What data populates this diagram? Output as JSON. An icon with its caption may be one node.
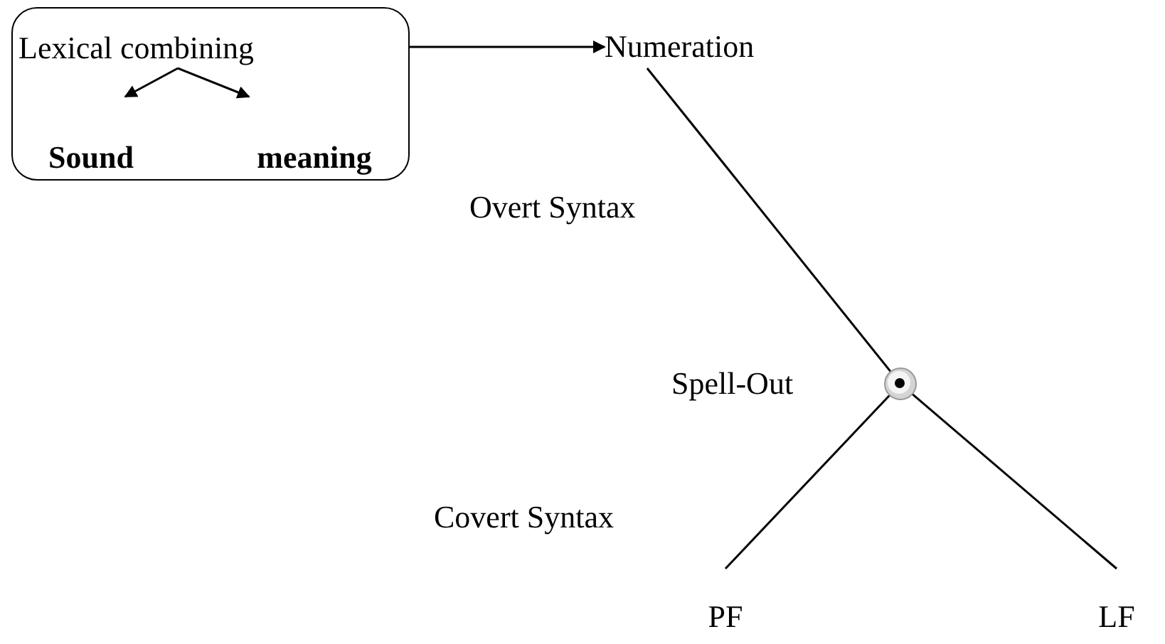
{
  "diagram": {
    "nodes": [
      {
        "text": [],
        "shape": "box"
      },
      {
        "text": [
          "Lexical combining"
        ],
        "in": 0
      },
      {
        "text": [
          "Sound"
        ],
        "in": 0
      },
      {
        "text": [
          "meaning"
        ],
        "in": 0
      },
      {
        "text": [
          "Numeration"
        ]
      },
      {
        "text": [],
        "shape": "circle",
        "beside": [
          "Spell-Out"
        ]
      },
      {
        "text": [
          "PF"
        ]
      },
      {
        "text": [
          "LF"
        ]
      }
    ],
    "edges": [
      {
        "from": 1,
        "to": 2,
        "arrow": "to"
      },
      {
        "from": 1,
        "to": 3,
        "arrow": "to"
      },
      {
        "from": 0,
        "to": 4,
        "arrow": "to"
      },
      {
        "from": 4,
        "to": 5,
        "arrow": "none"
      },
      {
        "from": 5,
        "to": 6,
        "arrow": "none"
      },
      {
        "from": 5,
        "to": 7,
        "arrow": "none"
      }
    ],
    "labels": [
      "Overt Syntax",
      "Covert Syntax"
    ]
  }
}
